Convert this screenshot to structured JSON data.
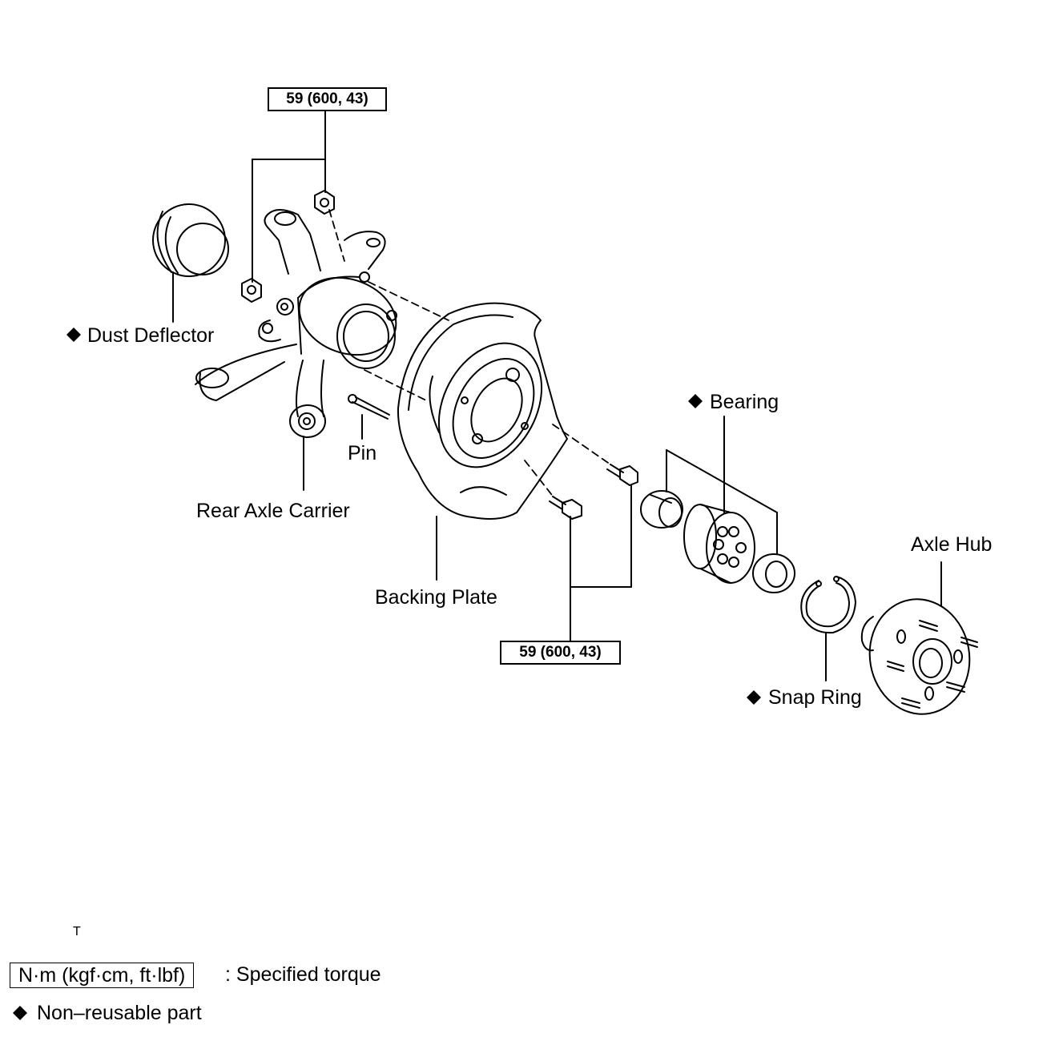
{
  "torque_specs": {
    "top": "59 (600, 43)",
    "bottom": "59 (600, 43)"
  },
  "parts": {
    "dust_deflector": "Dust Deflector",
    "rear_axle_carrier": "Rear Axle Carrier",
    "pin": "Pin",
    "backing_plate": "Backing Plate",
    "bearing": "Bearing",
    "axle_hub": "Axle Hub",
    "snap_ring": "Snap Ring"
  },
  "non_reusable_marker": "◆",
  "stray_mark": "T",
  "legend": {
    "torque_unit_box": "N·m (kgf·cm, ft·lbf)",
    "torque_desc": ": Specified torque",
    "non_reusable_desc": "Non–reusable part"
  }
}
